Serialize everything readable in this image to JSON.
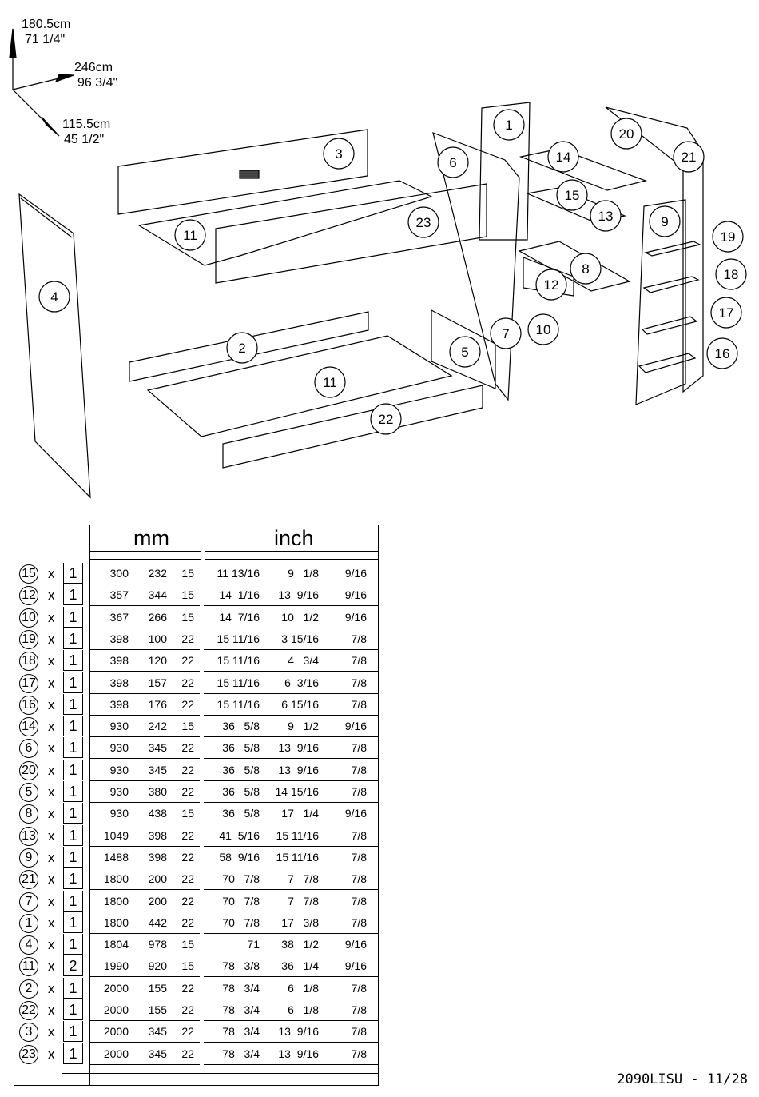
{
  "dimensions": {
    "height_cm": "180.5cm",
    "height_in": "71 1/4\"",
    "width_cm": "246cm",
    "width_in": "96 3/4\"",
    "depth_cm": "115.5cm",
    "depth_in": "45 1/2\""
  },
  "callouts": [
    "1",
    "2",
    "3",
    "4",
    "5",
    "6",
    "7",
    "8",
    "9",
    "10",
    "11",
    "11",
    "12",
    "13",
    "14",
    "15",
    "16",
    "17",
    "18",
    "19",
    "20",
    "21",
    "22",
    "23"
  ],
  "table": {
    "unit_mm": "mm",
    "unit_inch": "inch",
    "x_symbol": "x",
    "rows": [
      {
        "part": "15",
        "qty": "1",
        "mm": [
          "300",
          "232",
          "15"
        ],
        "inch": [
          "11 13/16",
          "9   1/8",
          "9/16"
        ]
      },
      {
        "part": "12",
        "qty": "1",
        "mm": [
          "357",
          "344",
          "15"
        ],
        "inch": [
          "14  1/16",
          "13  9/16",
          "9/16"
        ]
      },
      {
        "part": "10",
        "qty": "1",
        "mm": [
          "367",
          "266",
          "15"
        ],
        "inch": [
          "14  7/16",
          "10   1/2",
          "9/16"
        ]
      },
      {
        "part": "19",
        "qty": "1",
        "mm": [
          "398",
          "100",
          "22"
        ],
        "inch": [
          "15 11/16",
          "3 15/16",
          "7/8"
        ]
      },
      {
        "part": "18",
        "qty": "1",
        "mm": [
          "398",
          "120",
          "22"
        ],
        "inch": [
          "15 11/16",
          "4   3/4",
          "7/8"
        ]
      },
      {
        "part": "17",
        "qty": "1",
        "mm": [
          "398",
          "157",
          "22"
        ],
        "inch": [
          "15 11/16",
          "6  3/16",
          "7/8"
        ]
      },
      {
        "part": "16",
        "qty": "1",
        "mm": [
          "398",
          "176",
          "22"
        ],
        "inch": [
          "15 11/16",
          "6 15/16",
          "7/8"
        ]
      },
      {
        "part": "14",
        "qty": "1",
        "mm": [
          "930",
          "242",
          "15"
        ],
        "inch": [
          "36   5/8",
          "9   1/2",
          "9/16"
        ]
      },
      {
        "part": "6",
        "qty": "1",
        "mm": [
          "930",
          "345",
          "22"
        ],
        "inch": [
          "36   5/8",
          "13  9/16",
          "7/8"
        ]
      },
      {
        "part": "20",
        "qty": "1",
        "mm": [
          "930",
          "345",
          "22"
        ],
        "inch": [
          "36   5/8",
          "13  9/16",
          "7/8"
        ]
      },
      {
        "part": "5",
        "qty": "1",
        "mm": [
          "930",
          "380",
          "22"
        ],
        "inch": [
          "36   5/8",
          "14 15/16",
          "7/8"
        ]
      },
      {
        "part": "8",
        "qty": "1",
        "mm": [
          "930",
          "438",
          "15"
        ],
        "inch": [
          "36   5/8",
          "17   1/4",
          "9/16"
        ]
      },
      {
        "part": "13",
        "qty": "1",
        "mm": [
          "1049",
          "398",
          "22"
        ],
        "inch": [
          "41  5/16",
          "15 11/16",
          "7/8"
        ]
      },
      {
        "part": "9",
        "qty": "1",
        "mm": [
          "1488",
          "398",
          "22"
        ],
        "inch": [
          "58  9/16",
          "15 11/16",
          "7/8"
        ]
      },
      {
        "part": "21",
        "qty": "1",
        "mm": [
          "1800",
          "200",
          "22"
        ],
        "inch": [
          "70   7/8",
          "7   7/8",
          "7/8"
        ]
      },
      {
        "part": "7",
        "qty": "1",
        "mm": [
          "1800",
          "200",
          "22"
        ],
        "inch": [
          "70   7/8",
          "7   7/8",
          "7/8"
        ]
      },
      {
        "part": "1",
        "qty": "1",
        "mm": [
          "1800",
          "442",
          "22"
        ],
        "inch": [
          "70   7/8",
          "17   3/8",
          "7/8"
        ]
      },
      {
        "part": "4",
        "qty": "1",
        "mm": [
          "1804",
          "978",
          "15"
        ],
        "inch": [
          "71",
          "38   1/2",
          "9/16"
        ]
      },
      {
        "part": "11",
        "qty": "2",
        "mm": [
          "1990",
          "920",
          "15"
        ],
        "inch": [
          "78   3/8",
          "36   1/4",
          "9/16"
        ]
      },
      {
        "part": "2",
        "qty": "1",
        "mm": [
          "2000",
          "155",
          "22"
        ],
        "inch": [
          "78   3/4",
          "6   1/8",
          "7/8"
        ]
      },
      {
        "part": "22",
        "qty": "1",
        "mm": [
          "2000",
          "155",
          "22"
        ],
        "inch": [
          "78   3/4",
          "6   1/8",
          "7/8"
        ]
      },
      {
        "part": "3",
        "qty": "1",
        "mm": [
          "2000",
          "345",
          "22"
        ],
        "inch": [
          "78   3/4",
          "13  9/16",
          "7/8"
        ]
      },
      {
        "part": "23",
        "qty": "1",
        "mm": [
          "2000",
          "345",
          "22"
        ],
        "inch": [
          "78   3/4",
          "13  9/16",
          "7/8"
        ]
      }
    ]
  },
  "footer": "2090LISU - 11/28"
}
